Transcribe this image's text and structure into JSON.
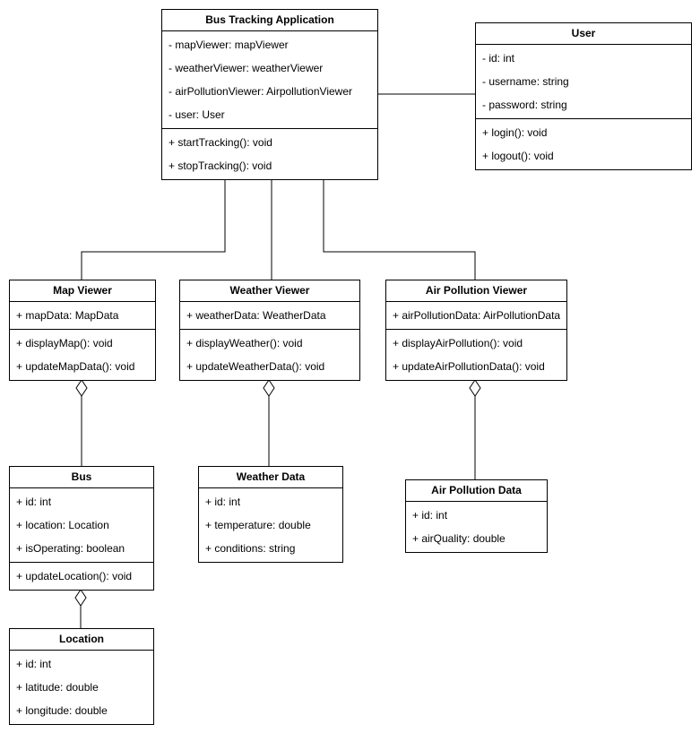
{
  "colors": {
    "line": "#000000",
    "box_fill": "#ffffff",
    "text": "#000000",
    "background": "#ffffff"
  },
  "classes": [
    {
      "title": "Bus Tracking Application",
      "attributes": [
        "- mapViewer: mapViewer",
        "- weatherViewer: weatherViewer",
        "- airPollutionViewer: AirpollutionViewer",
        "- user: User"
      ],
      "methods": [
        "+ startTracking(): void",
        "+ stopTracking(): void"
      ]
    },
    {
      "title": "User",
      "attributes": [
        "- id: int",
        "- username: string",
        "- password: string"
      ],
      "methods": [
        "+ login(): void",
        "+ logout(): void"
      ]
    },
    {
      "title": "Map Viewer",
      "attributes": [
        "+ mapData: MapData"
      ],
      "methods": [
        "+ displayMap(): void",
        "+ updateMapData(): void"
      ]
    },
    {
      "title": "Weather Viewer",
      "attributes": [
        "+ weatherData: WeatherData"
      ],
      "methods": [
        "+ displayWeather(): void",
        "+ updateWeatherData(): void"
      ]
    },
    {
      "title": "Air Pollution Viewer",
      "attributes": [
        "+ airPollutionData: AirPollutionData"
      ],
      "methods": [
        "+ displayAirPollution(): void",
        "+ updateAirPollutionData(): void"
      ]
    },
    {
      "title": "Bus",
      "attributes": [
        "+ id: int",
        "+ location: Location",
        "+ isOperating: boolean"
      ],
      "methods": [
        "+ updateLocation(): void"
      ]
    },
    {
      "title": "Weather Data",
      "attributes": [
        "+ id: int",
        "+ temperature: double",
        "+ conditions: string"
      ],
      "methods": []
    },
    {
      "title": "Air Pollution Data",
      "attributes": [
        "+ id: int",
        "+ airQuality: double"
      ],
      "methods": []
    },
    {
      "title": "Location",
      "attributes": [
        "+ id: int",
        "+ latitude: double",
        "+ longitude: double"
      ],
      "methods": []
    }
  ],
  "relationships": [
    {
      "from": "Bus Tracking Application",
      "to": "User",
      "type": "association"
    },
    {
      "from": "Bus Tracking Application",
      "to": "Map Viewer",
      "type": "association"
    },
    {
      "from": "Bus Tracking Application",
      "to": "Weather Viewer",
      "type": "association"
    },
    {
      "from": "Bus Tracking Application",
      "to": "Air Pollution Viewer",
      "type": "association"
    },
    {
      "from": "Map Viewer",
      "to": "Bus",
      "type": "aggregation"
    },
    {
      "from": "Weather Viewer",
      "to": "Weather Data",
      "type": "aggregation"
    },
    {
      "from": "Air Pollution Viewer",
      "to": "Air Pollution Data",
      "type": "aggregation"
    },
    {
      "from": "Bus",
      "to": "Location",
      "type": "aggregation"
    }
  ]
}
